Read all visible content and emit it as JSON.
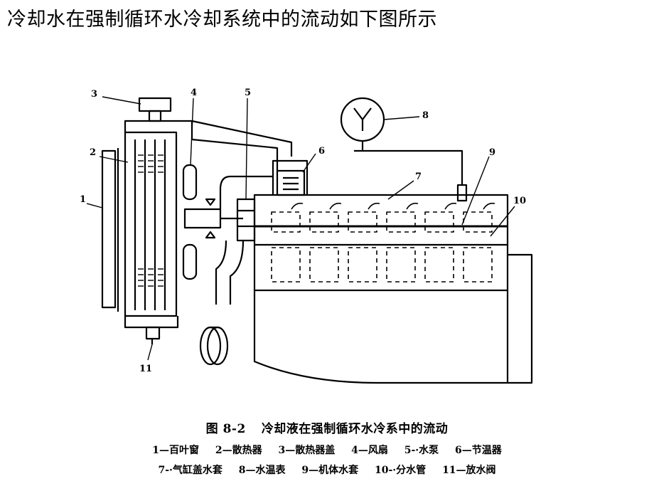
{
  "slide": {
    "title": "冷却水在强制循环水冷却系统中的流动如下图所示"
  },
  "figure": {
    "callout_numbers": [
      "1",
      "2",
      "3",
      "4",
      "5",
      "6",
      "7",
      "8",
      "9",
      "10",
      "11"
    ],
    "caption_number": "图 8-2",
    "caption_text": "冷却液在强制循环水冷系中的流动",
    "legend_line1": [
      "1—百叶窗",
      "2—散热器",
      "3—散热器盖",
      "4—风扇",
      "5-·水泵",
      "6—节温器"
    ],
    "legend_line2": [
      "7-·气缸盖水套",
      "8—水温表",
      "9—机体水套",
      "10-·分水管",
      "11—放水阀"
    ]
  }
}
